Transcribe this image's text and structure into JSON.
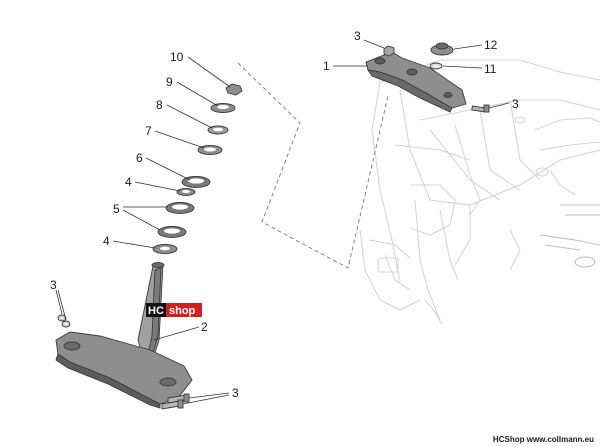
{
  "callouts": {
    "c1": "1",
    "c2": "2",
    "c3_top": "3",
    "c3_right": "3",
    "c3_left": "3",
    "c3_bottom": "3",
    "c4_upper": "4",
    "c4_lower": "4",
    "c5": "5",
    "c6": "6",
    "c7": "7",
    "c8": "8",
    "c9": "9",
    "c10": "10",
    "c11": "11",
    "c12": "12"
  },
  "badge": {
    "left": "HC",
    "right": "shop"
  },
  "footer": {
    "brand": "HCShop",
    "site": "www.collmann.eu"
  },
  "colors": {
    "badge_black": "#111111",
    "badge_red": "#d21f1f",
    "part_fill": "#8e8e8e",
    "part_dark": "#5c5c5c"
  }
}
